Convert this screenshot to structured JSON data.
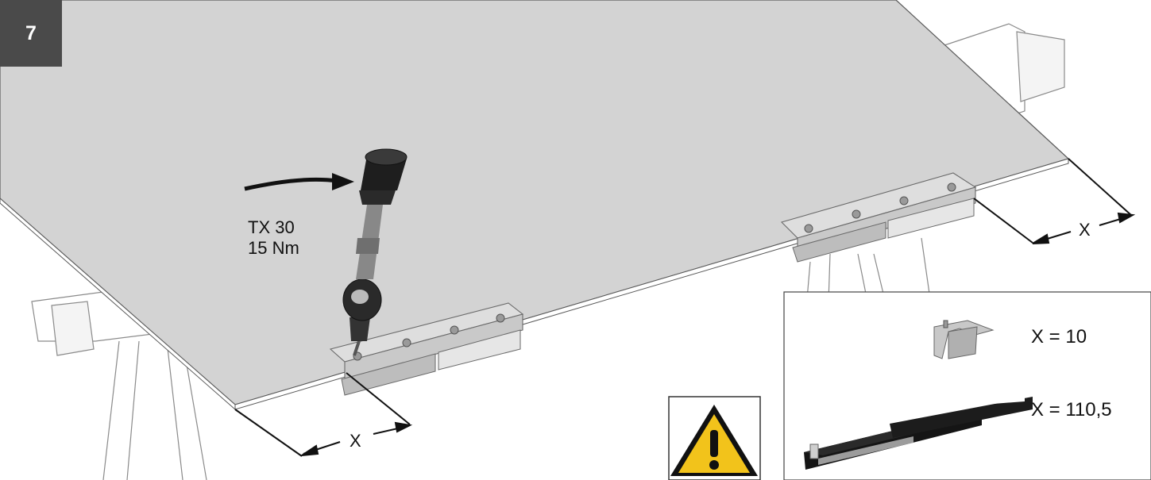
{
  "step_number": "7",
  "tool": {
    "bit": "TX 30",
    "torque": "15 Nm"
  },
  "dimension_label": "X",
  "inset": {
    "option_a": "X = 10",
    "option_b": "X = 110,5"
  },
  "icons": [
    "warning-triangle-icon",
    "torque-wrench-icon",
    "rotation-arrow-icon"
  ],
  "colors": {
    "panel": "#d3d3d3",
    "badge": "#4a4a4a",
    "warning": "#f2c31b"
  }
}
